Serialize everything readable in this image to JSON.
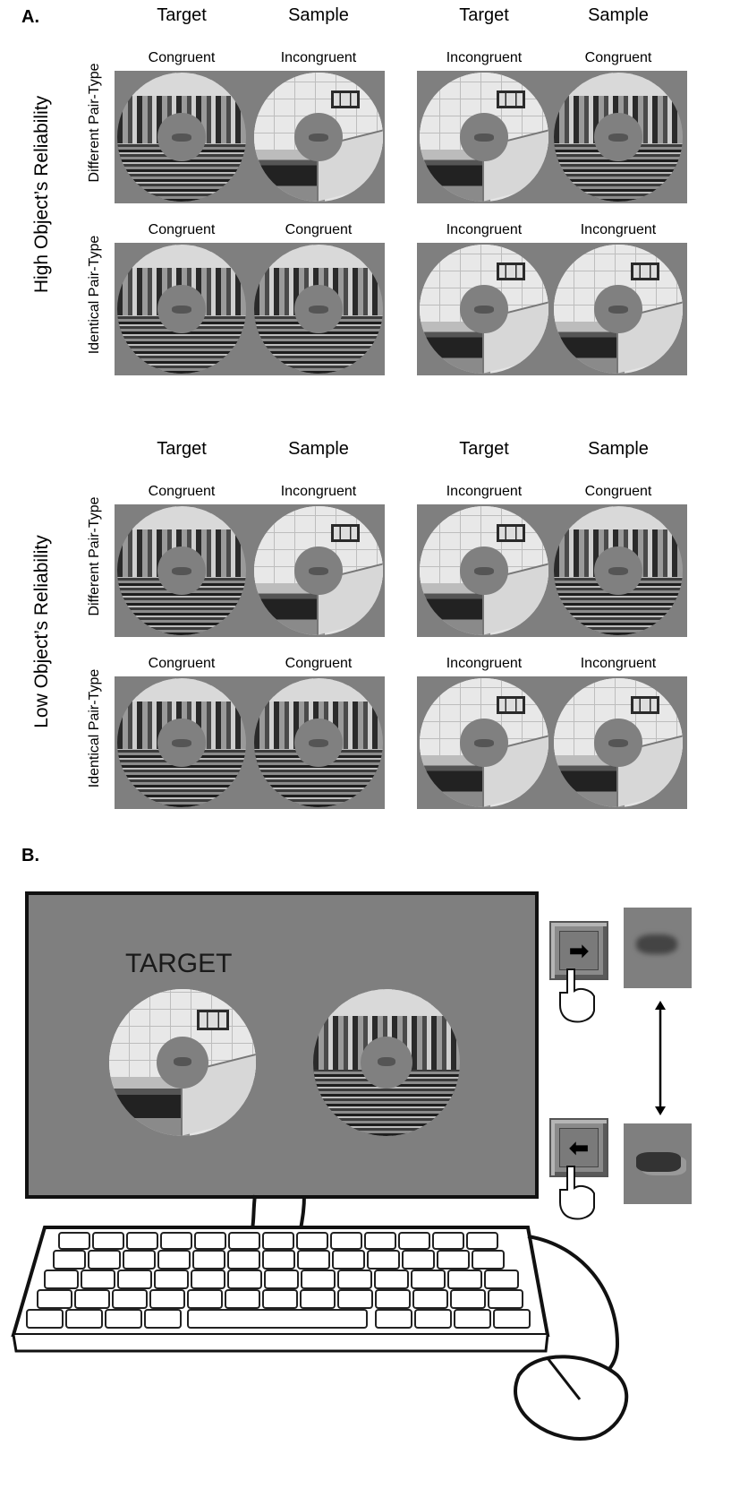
{
  "panelA": {
    "label": "A.",
    "high": {
      "group_label": "High Object’s Reliability",
      "headers": [
        "Target",
        "Sample",
        "Target",
        "Sample"
      ],
      "rows": [
        {
          "row_label": "Different Pair-Type",
          "conds": [
            "Congruent",
            "Incongruent",
            "Incongruent",
            "Congruent"
          ],
          "scenes": [
            "harbor",
            "kitchen",
            "kitchen",
            "harbor"
          ]
        },
        {
          "row_label": "Identical Pair-Type",
          "conds": [
            "Congruent",
            "Congruent",
            "Incongruent",
            "Incongruent"
          ],
          "scenes": [
            "harbor",
            "harbor",
            "kitchen",
            "kitchen"
          ]
        }
      ]
    },
    "low": {
      "group_label": "Low Object’s Reliability",
      "headers": [
        "Target",
        "Sample",
        "Target",
        "Sample"
      ],
      "rows": [
        {
          "row_label": "Different Pair-Type",
          "conds": [
            "Congruent",
            "Incongruent",
            "Incongruent",
            "Congruent"
          ],
          "scenes": [
            "harbor",
            "kitchen",
            "kitchen",
            "harbor"
          ]
        },
        {
          "row_label": "Identical Pair-Type",
          "conds": [
            "Congruent",
            "Congruent",
            "Incongruent",
            "Incongruent"
          ],
          "scenes": [
            "harbor",
            "harbor",
            "kitchen",
            "kitchen"
          ]
        }
      ]
    }
  },
  "panelB": {
    "label": "B.",
    "screen_text": "TARGET",
    "right_key_glyph": "➡",
    "left_key_glyph": "⬅",
    "hand_icon": "pointing-hand-icon",
    "double_arrow_icon": "double-arrow-icon"
  },
  "colors": {
    "stim_bg": "#7f7f7f",
    "frame": "#111111"
  }
}
